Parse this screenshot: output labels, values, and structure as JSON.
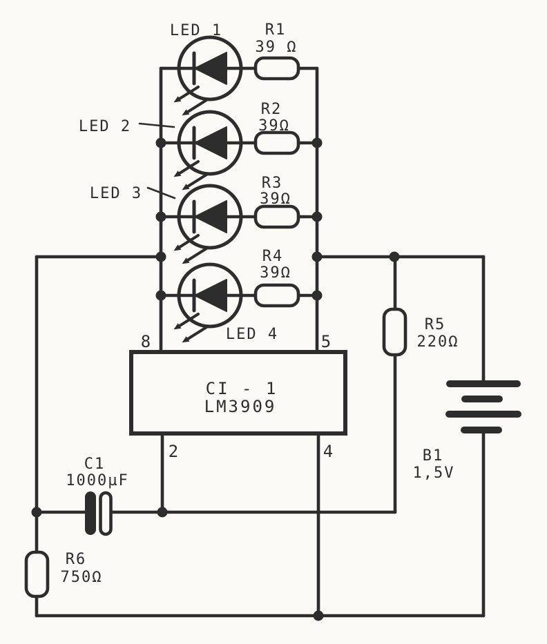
{
  "schematic": {
    "description": "LED flasher circuit schematic with LM3909",
    "colors": {
      "paper": "#fbfaf7",
      "ink": "#2d2d2d"
    },
    "leds": [
      {
        "label": "LED 1"
      },
      {
        "label": "LED 2"
      },
      {
        "label": "LED 3"
      },
      {
        "label": "LED 4"
      }
    ],
    "resistors": [
      {
        "ref": "R1",
        "value": "39 Ω"
      },
      {
        "ref": "R2",
        "value": "39Ω"
      },
      {
        "ref": "R3",
        "value": "39Ω"
      },
      {
        "ref": "R4",
        "value": "39Ω"
      },
      {
        "ref": "R5",
        "value": "220Ω"
      },
      {
        "ref": "R6",
        "value": "750Ω"
      }
    ],
    "ic": {
      "ref": "CI - 1",
      "part": "LM3909",
      "pins": {
        "top_left": "8",
        "top_right": "5",
        "bottom_left": "2",
        "bottom_right": "4"
      }
    },
    "capacitor": {
      "ref": "C1",
      "value": "1000µF"
    },
    "battery": {
      "ref": "B1",
      "value": "1,5V"
    }
  }
}
